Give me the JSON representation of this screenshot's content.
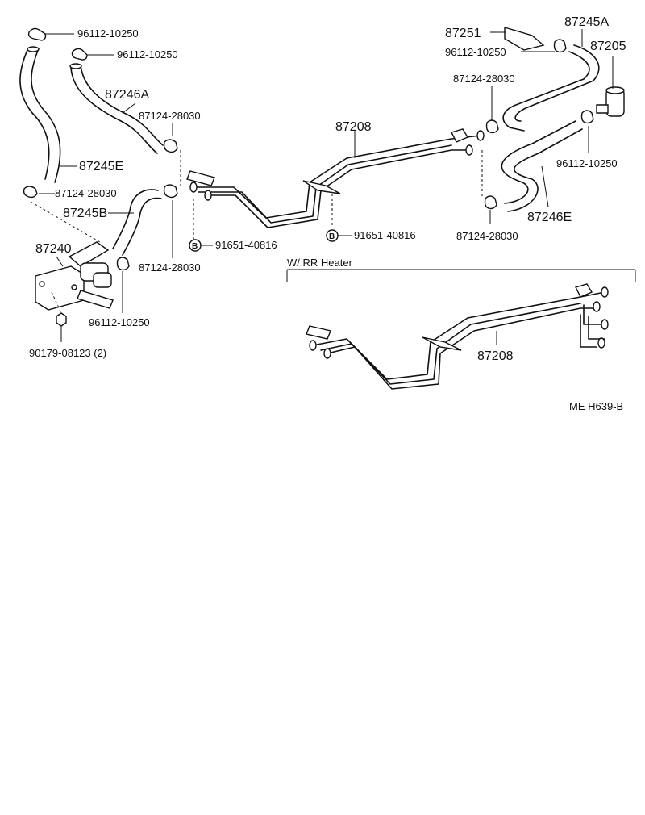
{
  "labels": {
    "p87245E": "87245E",
    "p87246A": "87246A",
    "p87245B": "87245B",
    "p87240": "87240",
    "p87208_top": "87208",
    "p87208_bottom": "87208",
    "p87251": "87251",
    "p87245A": "87245A",
    "p87205": "87205",
    "p87246E": "87246E",
    "c96112_a": "96112-10250",
    "c96112_b": "96112-10250",
    "c96112_c": "96112-10250",
    "c96112_d": "96112-10250",
    "c96112_e": "96112-10250",
    "c87124_a": "87124-28030",
    "c87124_b": "87124-28030",
    "c87124_c": "87124-28030",
    "c87124_d": "87124-28030",
    "c87124_e": "87124-28030",
    "b91651_a": "91651-40816",
    "b91651_b": "91651-40816",
    "n90179": "90179-08123 (2)",
    "variant": "W/ RR Heater",
    "drawing_code": "ME   H639-B"
  },
  "badges": {
    "b": "B"
  }
}
